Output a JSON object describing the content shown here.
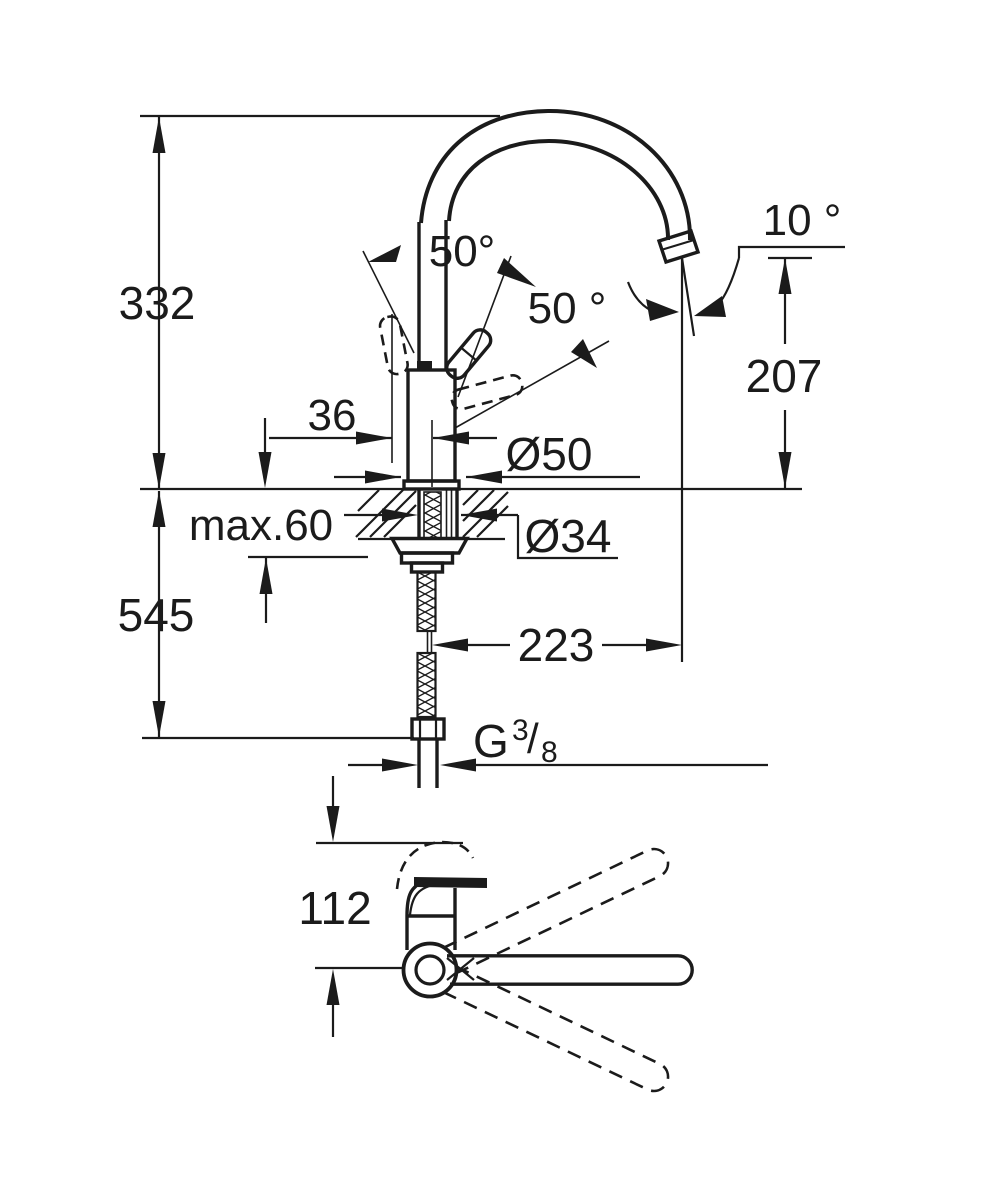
{
  "drawing": {
    "background": "#ffffff",
    "line_color": "#1b1b1b",
    "view_side": "side elevation of single-lever sink mixer with high arc spout",
    "view_top": "top view with spout swivel range",
    "dimensions": {
      "height_above_counter": "332",
      "depth_below_counter": "545",
      "max_counter_thickness": "max.60",
      "center_offset": "36",
      "body_diameter": "Ø50",
      "hole_diameter": "Ø34",
      "spout_projection": "223",
      "outlet_height": "207",
      "outlet_angle": "10 °",
      "handle_angle_front": "50°",
      "handle_angle_side": "50 °",
      "top_view_depth": "112",
      "thread": {
        "g": "G",
        "numerator": "3",
        "slash": "/",
        "denominator": "8"
      }
    }
  }
}
